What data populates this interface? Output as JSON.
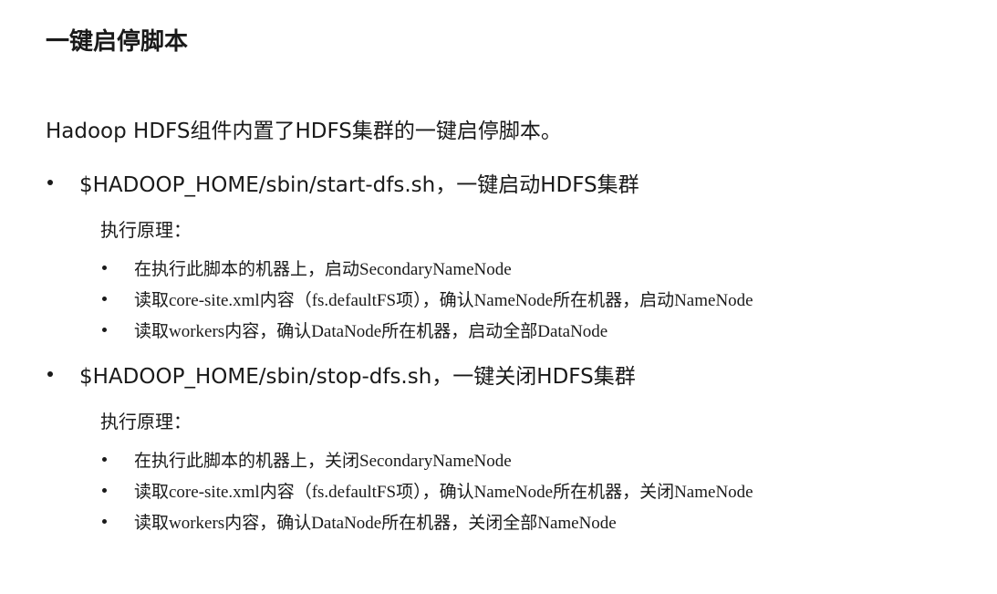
{
  "slide": {
    "title": "一键启停脚本",
    "intro": "Hadoop HDFS组件内置了HDFS集群的一键启停脚本。",
    "sections": [
      {
        "main": "$HADOOP_HOME/sbin/start-dfs.sh，一键启动HDFS集群",
        "subheading": "执行原理：",
        "items": [
          "在执行此脚本的机器上，启动SecondaryNameNode",
          "读取core-site.xml内容（fs.defaultFS项），确认NameNode所在机器，启动NameNode",
          "读取workers内容，确认DataNode所在机器，启动全部DataNode"
        ]
      },
      {
        "main": "$HADOOP_HOME/sbin/stop-dfs.sh，一键关闭HDFS集群",
        "subheading": "执行原理：",
        "items": [
          "在执行此脚本的机器上，关闭SecondaryNameNode",
          "读取core-site.xml内容（fs.defaultFS项），确认NameNode所在机器，关闭NameNode",
          "读取workers内容，确认DataNode所在机器，关闭全部NameNode"
        ]
      }
    ]
  }
}
